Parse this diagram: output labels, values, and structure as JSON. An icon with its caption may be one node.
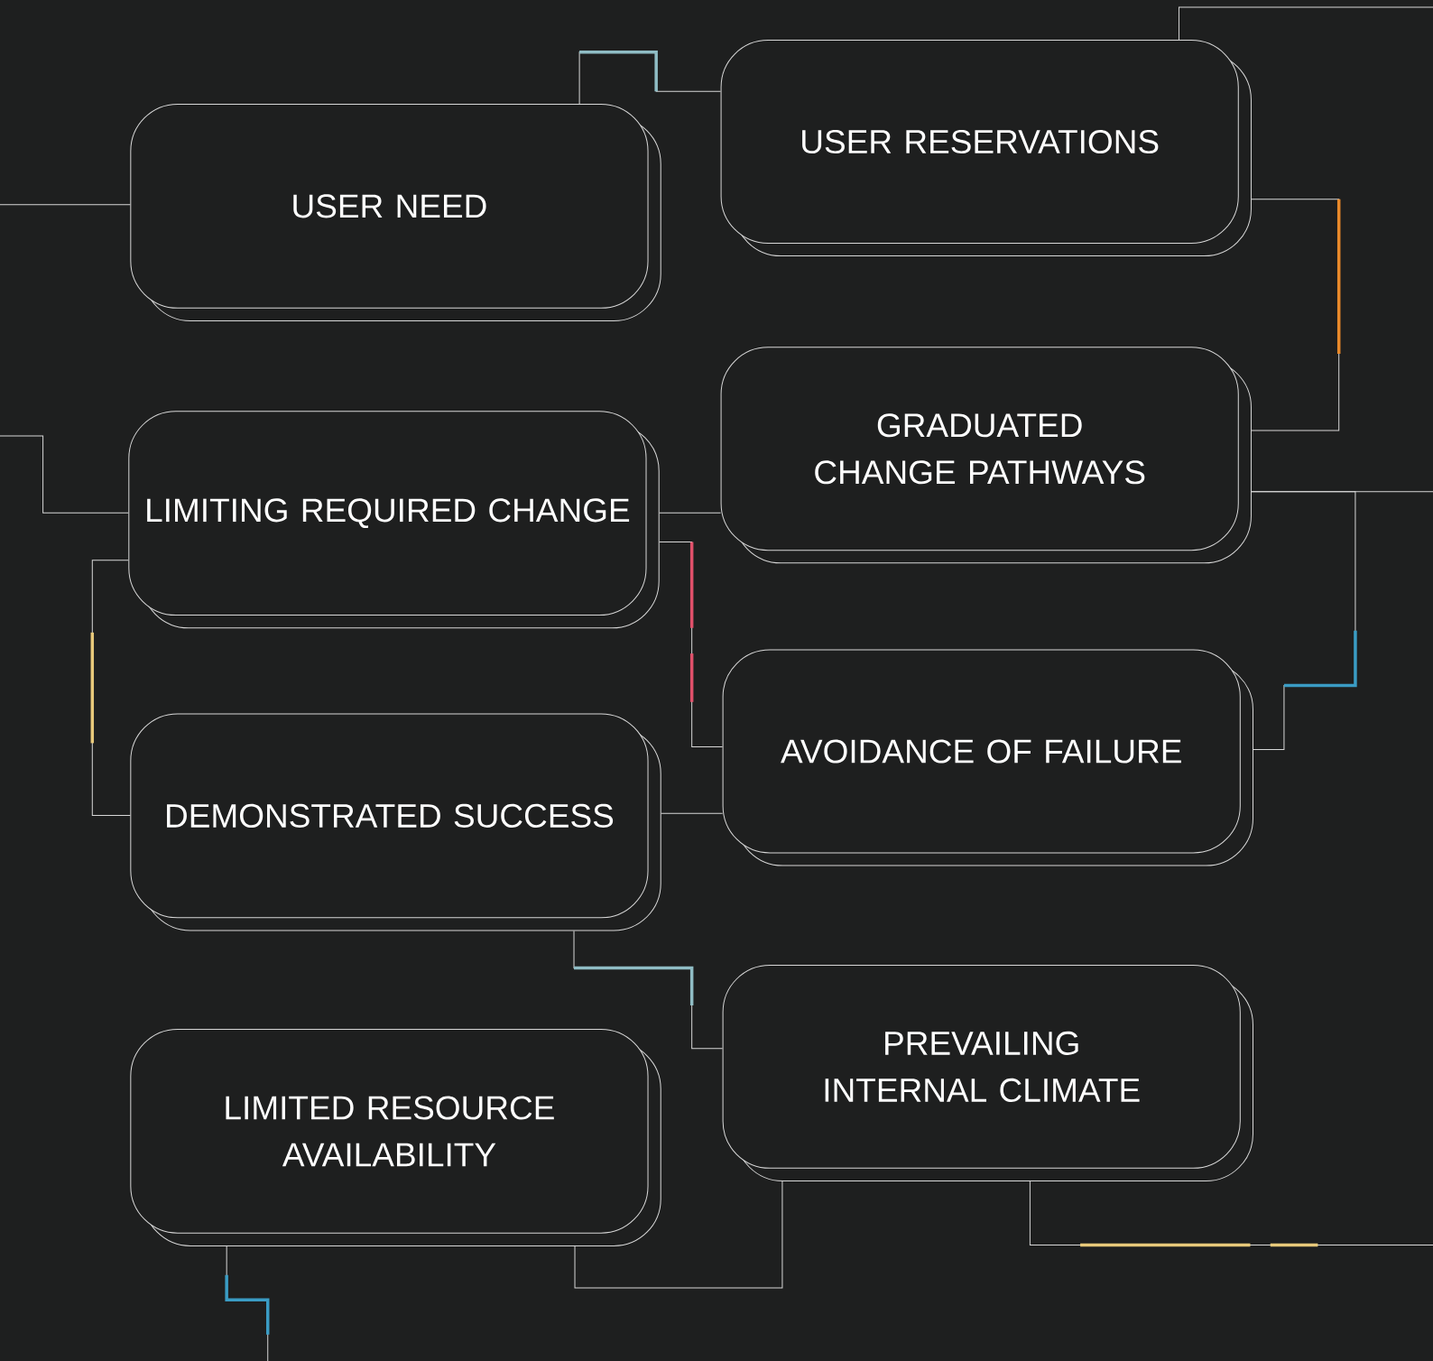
{
  "diagram": {
    "nodes": [
      {
        "text": [
          "USER NEED"
        ]
      },
      {
        "text": [
          "USER RESERVATIONS"
        ]
      },
      {
        "text": [
          "LIMITING REQUIRED CHANGE"
        ]
      },
      {
        "text": [
          "GRADUATED CHANGE PATHWAYS"
        ]
      },
      {
        "text": [
          "AVOIDANCE OF FAILURE"
        ]
      },
      {
        "text": [
          "DEMONSTRATED SUCCESS"
        ]
      },
      {
        "text": [
          "PREVAILING INTERNAL CLIMATE"
        ]
      },
      {
        "text": [
          "LIMITED RESOURCE AVAILABILITY"
        ]
      }
    ],
    "edges": [
      {
        "from": 0,
        "to": 1,
        "arrow": "none"
      },
      {
        "from": null,
        "to": 0,
        "arrow": "none"
      },
      {
        "from": 1,
        "to": null,
        "arrow": "none"
      },
      {
        "from": 1,
        "to": 3,
        "arrow": "none"
      },
      {
        "from": 3,
        "to": null,
        "arrow": "none"
      },
      {
        "from": 3,
        "to": 4,
        "arrow": "none"
      },
      {
        "from": null,
        "to": 2,
        "arrow": "none"
      },
      {
        "from": 2,
        "to": 3,
        "arrow": "none"
      },
      {
        "from": 2,
        "to": 4,
        "arrow": "none"
      },
      {
        "from": 2,
        "to": 5,
        "arrow": "none"
      },
      {
        "from": 5,
        "to": 4,
        "arrow": "none"
      },
      {
        "from": 5,
        "to": 6,
        "arrow": "none"
      },
      {
        "from": 6,
        "to": 7,
        "arrow": "none"
      },
      {
        "from": 6,
        "to": null,
        "arrow": "none"
      },
      {
        "from": 7,
        "to": null,
        "arrow": "none"
      }
    ]
  }
}
